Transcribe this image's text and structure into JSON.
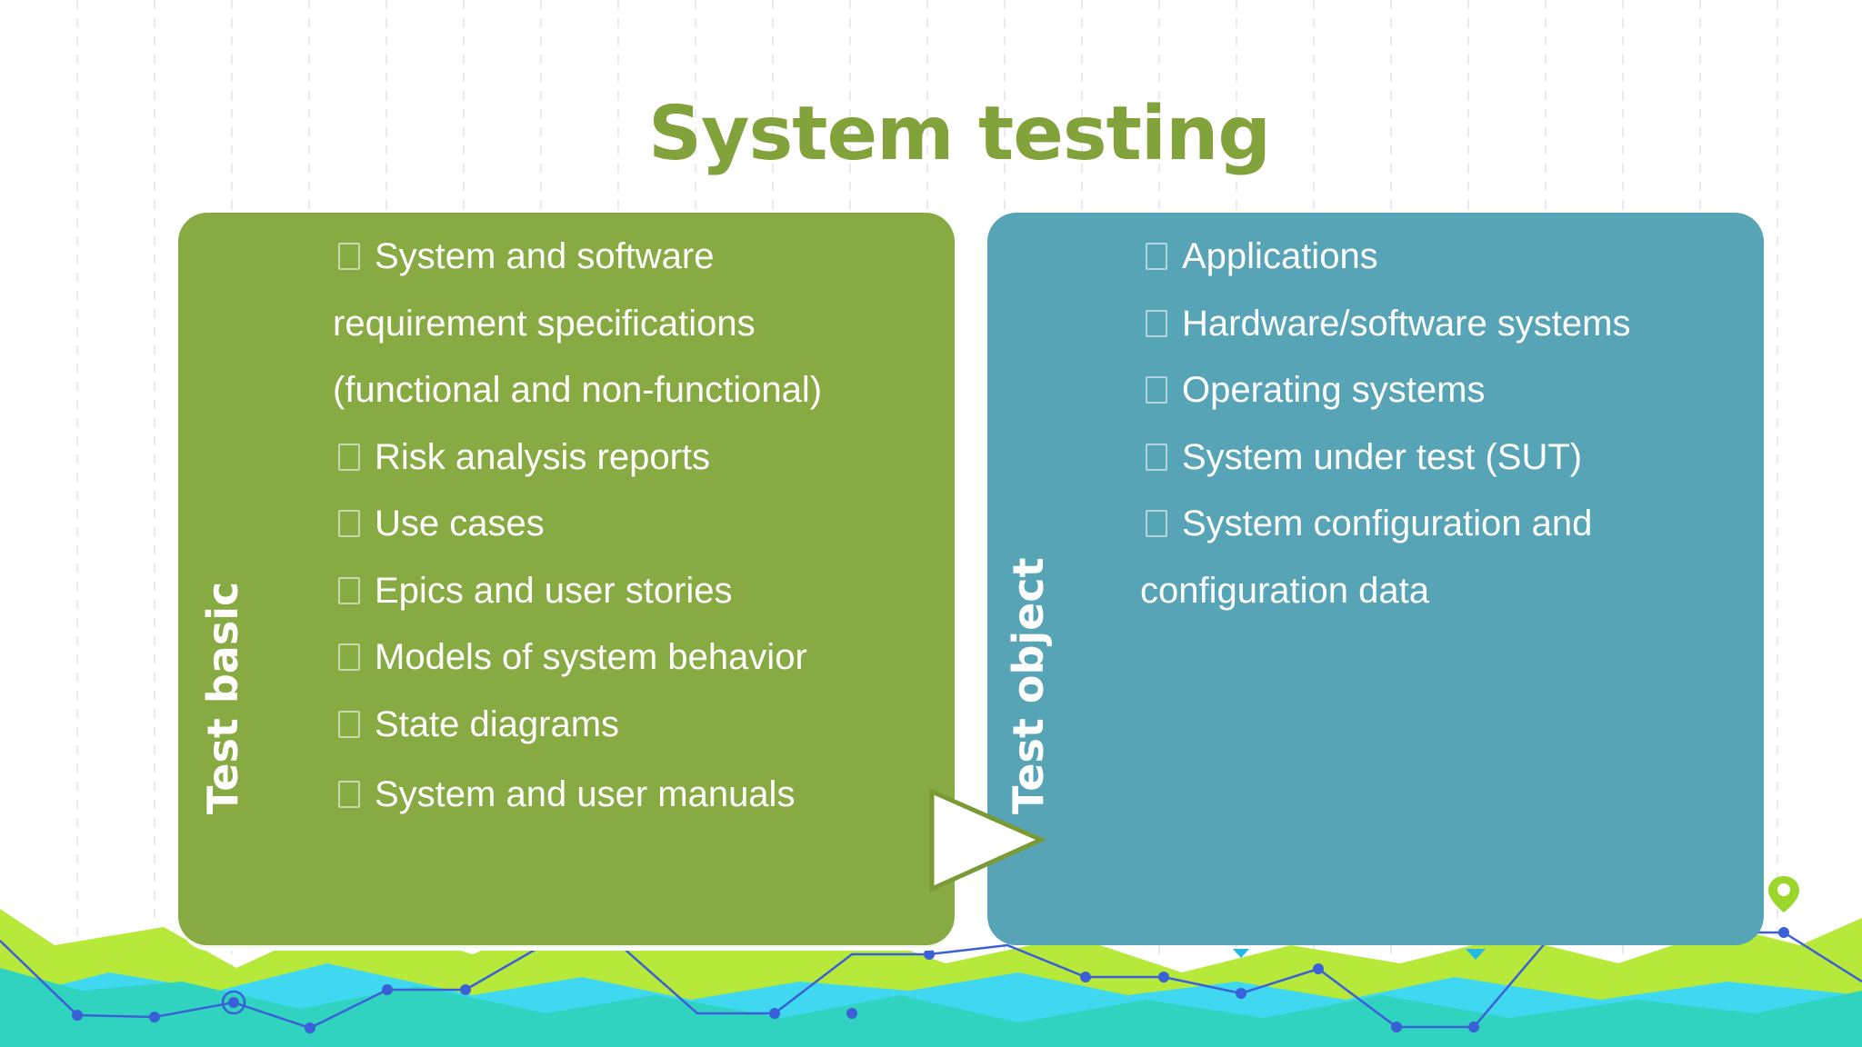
{
  "slide": {
    "title": "System testing"
  },
  "left_panel": {
    "heading": "Test basic",
    "color": "#88aa42",
    "items": [
      {
        "line1": "System and software",
        "line2": "requirement specifications",
        "line3": "(functional and non-functional)"
      },
      {
        "line1": "Risk analysis reports"
      },
      {
        "line1": "Use cases"
      },
      {
        "line1": "Epics and user stories"
      },
      {
        "line1": "Models of system behavior"
      },
      {
        "line1": "State diagrams"
      },
      {
        "line1": "System and user manuals"
      }
    ]
  },
  "right_panel": {
    "heading": "Test object",
    "color": "#57a4b6",
    "items": [
      {
        "line1": "Applications"
      },
      {
        "line1": "Hardware/software systems"
      },
      {
        "line1": "Operating systems"
      },
      {
        "line1": "System under test (SUT)"
      },
      {
        "line1": "System configuration and",
        "line2": "configuration data"
      }
    ]
  },
  "icons": {
    "bullet": "square-bullet-icon",
    "connector": "arrow-right-icon",
    "decoration": "location-pin-icon"
  },
  "colors": {
    "title": "#82a33b",
    "background_green": "#b7e93a",
    "background_teal": "#2fd3c0",
    "background_cyan": "#3fd8f0",
    "line_blue": "#3b5fd6"
  }
}
